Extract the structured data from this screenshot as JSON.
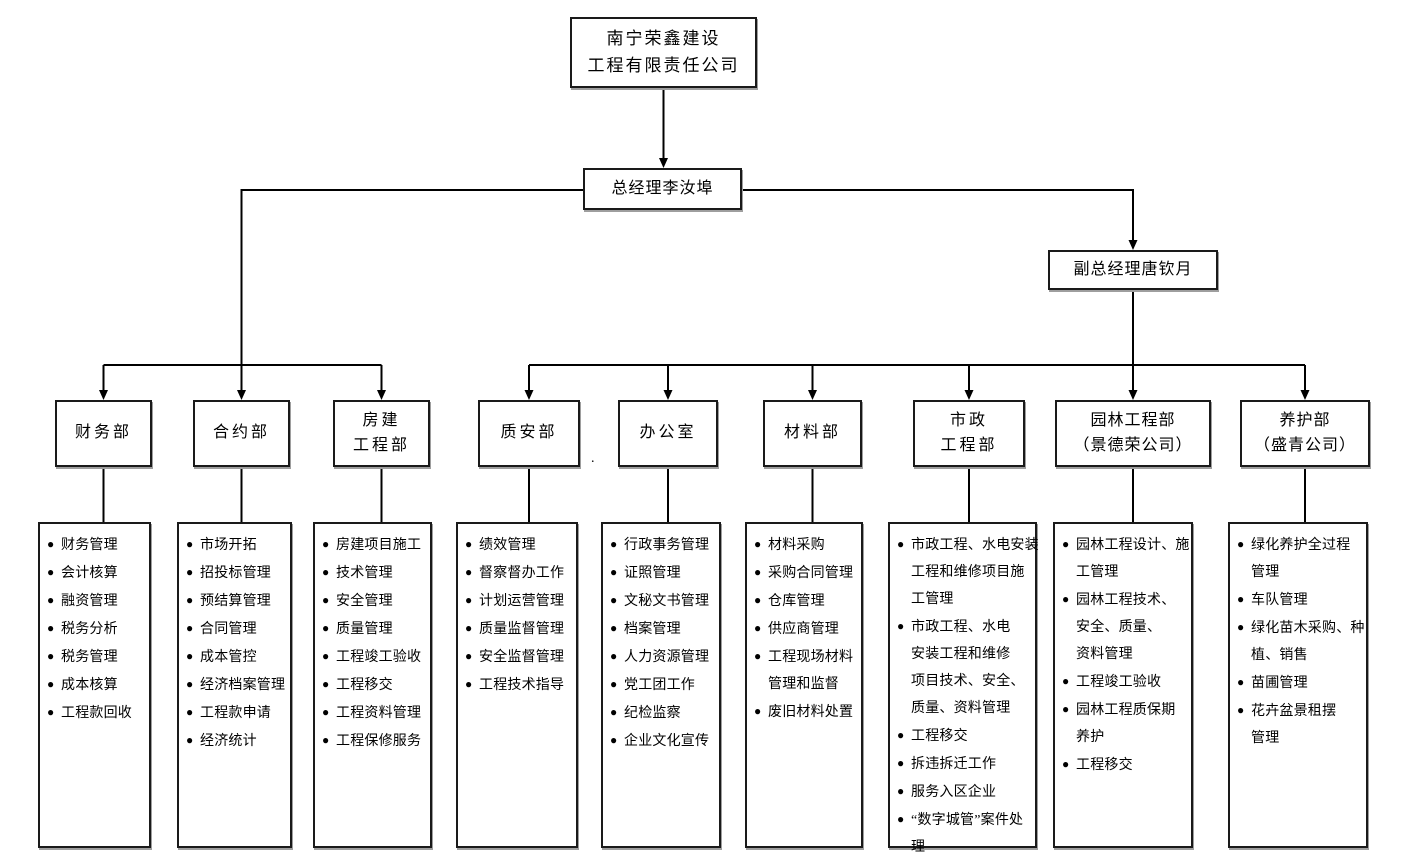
{
  "company": {
    "name_lines": [
      "南宁荣鑫建设",
      "工程有限责任公司"
    ]
  },
  "general_manager": {
    "label": "总经理李汝埠"
  },
  "deputy_general_manager": {
    "label": "副总经理唐钦月"
  },
  "stray_mark": ".",
  "departments": [
    {
      "id": "finance",
      "name_lines": [
        "财务部",
        ""
      ],
      "duties": [
        [
          "财务管理"
        ],
        [
          "会计核算"
        ],
        [
          "融资管理"
        ],
        [
          "税务分析"
        ],
        [
          "税务管理"
        ],
        [
          "成本核算"
        ],
        [
          "工程款回收"
        ]
      ]
    },
    {
      "id": "contracts",
      "name_lines": [
        "合约部",
        ""
      ],
      "duties": [
        [
          "市场开拓"
        ],
        [
          "招投标管理"
        ],
        [
          "预结算管理"
        ],
        [
          "合同管理"
        ],
        [
          "成本管控"
        ],
        [
          "经济档案管理"
        ],
        [
          "工程款申请"
        ],
        [
          "经济统计"
        ]
      ]
    },
    {
      "id": "housing-construction",
      "name_lines": [
        "房建",
        "工程部"
      ],
      "duties": [
        [
          "房建项目施工"
        ],
        [
          "技术管理"
        ],
        [
          "安全管理"
        ],
        [
          "质量管理"
        ],
        [
          "工程竣工验收"
        ],
        [
          "工程移交"
        ],
        [
          "工程资料管理"
        ],
        [
          "工程保修服务"
        ]
      ]
    },
    {
      "id": "quality-safety",
      "name_lines": [
        "质安部",
        ""
      ],
      "duties": [
        [
          "绩效管理"
        ],
        [
          "督察督办工作"
        ],
        [
          "计划运营管理"
        ],
        [
          "质量监督管理"
        ],
        [
          "安全监督管理"
        ],
        [
          "工程技术指导"
        ]
      ]
    },
    {
      "id": "office",
      "name_lines": [
        "办公室",
        ""
      ],
      "duties": [
        [
          "行政事务管理"
        ],
        [
          "证照管理"
        ],
        [
          "文秘文书管理"
        ],
        [
          "档案管理"
        ],
        [
          "人力资源管理"
        ],
        [
          "党工团工作"
        ],
        [
          "纪检监察"
        ],
        [
          "企业文化宣传"
        ]
      ]
    },
    {
      "id": "materials",
      "name_lines": [
        "材料部",
        ""
      ],
      "duties": [
        [
          "材料采购"
        ],
        [
          "采购合同管理"
        ],
        [
          "仓库管理"
        ],
        [
          "供应商管理"
        ],
        [
          "工程现场材料",
          "管理和监督"
        ],
        [
          "废旧材料处置"
        ]
      ]
    },
    {
      "id": "municipal-engineering",
      "name_lines": [
        "市政",
        "工程部"
      ],
      "duties": [
        [
          "市政工程、水电安装",
          "工程和维修项目施",
          "工管理"
        ],
        [
          "市政工程、水电",
          "安装工程和维修",
          "项目技术、安全、",
          "质量、资料管理"
        ],
        [
          "工程移交"
        ],
        [
          "拆违拆迁工作"
        ],
        [
          "服务入区企业"
        ],
        [
          "“数字城管”案件处",
          "理"
        ]
      ]
    },
    {
      "id": "landscape-engineering",
      "name_lines": [
        "园林工程部",
        "（景德荣公司）"
      ],
      "duties": [
        [
          "园林工程设计、施",
          "工管理"
        ],
        [
          "园林工程技术、",
          "安全、质量、",
          "资料管理"
        ],
        [
          "工程竣工验收"
        ],
        [
          "园林工程质保期",
          "养护"
        ],
        [
          "工程移交"
        ]
      ]
    },
    {
      "id": "maintenance",
      "name_lines": [
        "养护部",
        "（盛青公司）"
      ],
      "duties": [
        [
          "绿化养护全过程",
          "管理"
        ],
        [
          "车队管理"
        ],
        [
          "绿化苗木采购、种",
          "植、销售"
        ],
        [
          "苗圃管理"
        ],
        [
          "花卉盆景租摆",
          "管理"
        ]
      ]
    }
  ],
  "colors": {
    "background": "#ffffff",
    "line": "#000000",
    "text": "#000000",
    "border": "#1a1a1a",
    "shadow": "#9e9e9e"
  }
}
